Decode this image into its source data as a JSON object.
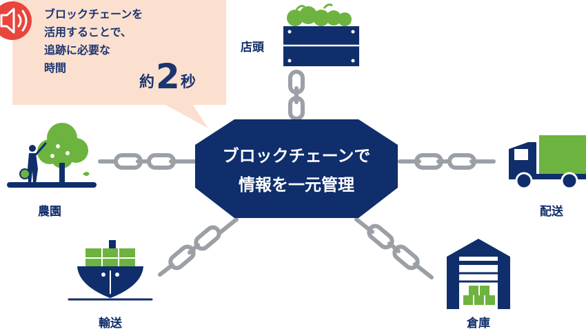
{
  "hub": {
    "line1": "ブロックチェーンで",
    "line2": "情報を一元管理"
  },
  "nodes": {
    "store": "店頭",
    "farm": "農園",
    "delivery": "配送",
    "shipping": "輸送",
    "warehouse": "倉庫"
  },
  "callout": {
    "line1": "ブロックチェーンを",
    "line2": "活用することで、",
    "line3": "追跡に必要な",
    "line4": "時間",
    "prefix": "約",
    "number": "2",
    "unit": "秒"
  },
  "colors": {
    "navy": "#0f2e6b",
    "green": "#6db33f",
    "chain": "#9aa0a6",
    "bubble": "#fbe0cf",
    "speaker": "#e8453c"
  }
}
